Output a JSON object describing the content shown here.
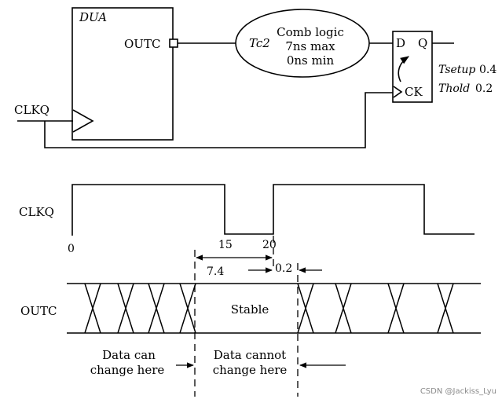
{
  "schematic": {
    "dua_label": "DUA",
    "outc_port": "OUTC",
    "clk_input": "CLKQ",
    "comb": {
      "delay_name": "Tc2",
      "title": "Comb logic",
      "max_delay": "7ns max",
      "min_delay": "0ns min"
    },
    "flipflop": {
      "d_pin": "D",
      "q_pin": "Q",
      "ck_pin": "CK"
    },
    "timing_params": {
      "setup_name": "Tsetup",
      "setup_value": "0.4",
      "hold_name": "Thold",
      "hold_value": "0.2"
    }
  },
  "waveform": {
    "clk_label": "CLKQ",
    "outc_label": "OUTC",
    "t0": "0",
    "t15": "15",
    "t20": "20",
    "interval_74": "7.4",
    "interval_02": "0.2",
    "stable_label": "Stable",
    "left_note": [
      "Data can",
      "change here"
    ],
    "middle_note": [
      "Data cannot",
      "change here"
    ]
  },
  "watermark": "CSDN @Jackiss_Lyu"
}
